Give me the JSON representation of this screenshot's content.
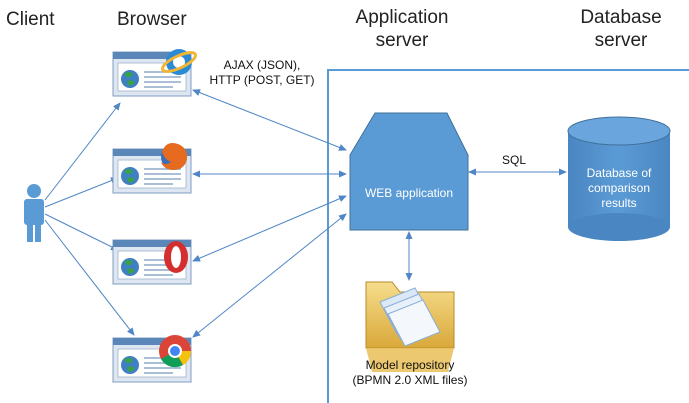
{
  "headers": {
    "client": "Client",
    "browser": "Browser",
    "app_server_line1": "Application",
    "app_server_line2": "server",
    "db_server_line1": "Database",
    "db_server_line2": "server"
  },
  "protocol": {
    "line1": "AJAX (JSON),",
    "line2": "HTTP (POST, GET)"
  },
  "web_app": {
    "label": "WEB application"
  },
  "sql": {
    "label": "SQL"
  },
  "database": {
    "line1": "Database of",
    "line2": "comparison",
    "line3": "results"
  },
  "repository": {
    "line1": "Model repository",
    "line2": "(BPMN 2.0 XML files)"
  },
  "browsers": [
    {
      "icon": "internet-explorer-icon"
    },
    {
      "icon": "firefox-icon"
    },
    {
      "icon": "opera-icon"
    },
    {
      "icon": "chrome-icon"
    }
  ],
  "colors": {
    "accent_blue": "#5b9bd5",
    "arrow_blue": "#4f86c6",
    "folder_yellow": "#e8c35a"
  }
}
